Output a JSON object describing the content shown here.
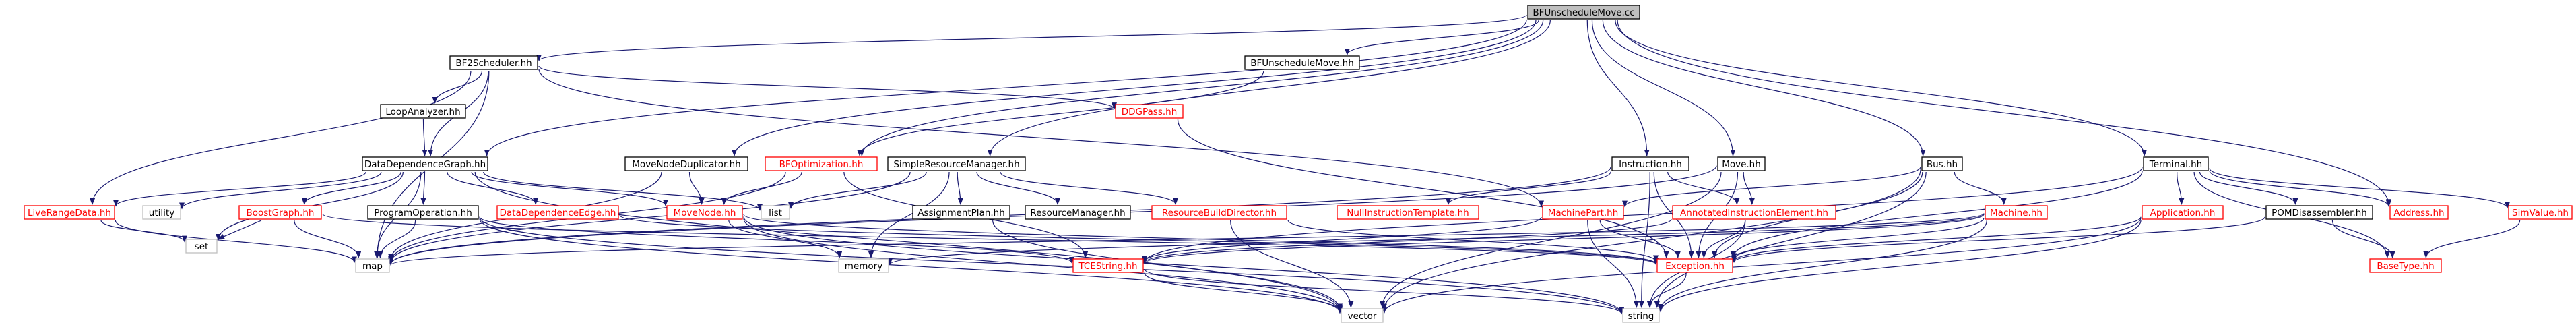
{
  "colors": {
    "edge": "#191970",
    "border_normal": "#000000",
    "border_incomplete": "#ff0000",
    "text_normal": "#000000",
    "text_incomplete": "#ff0000",
    "root_fill": "#bfbfbf",
    "node_fill": "#ffffff"
  },
  "nodes": [
    {
      "id": "root",
      "label": "BFUnscheduleMove.cc",
      "style": "root"
    },
    {
      "id": "bf2",
      "label": "BF2Scheduler.hh",
      "style": "normal"
    },
    {
      "id": "bfum",
      "label": "BFUnscheduleMove.hh",
      "style": "normal"
    },
    {
      "id": "loop",
      "label": "LoopAnalyzer.hh",
      "style": "normal"
    },
    {
      "id": "ddgpass",
      "label": "DDGPass.hh",
      "style": "incomplete"
    },
    {
      "id": "ddg",
      "label": "DataDependenceGraph.hh",
      "style": "normal"
    },
    {
      "id": "mndup",
      "label": "MoveNodeDuplicator.hh",
      "style": "normal"
    },
    {
      "id": "bfopt",
      "label": "BFOptimization.hh",
      "style": "incomplete"
    },
    {
      "id": "srm",
      "label": "SimpleResourceManager.hh",
      "style": "normal"
    },
    {
      "id": "instr",
      "label": "Instruction.hh",
      "style": "normal"
    },
    {
      "id": "move",
      "label": "Move.hh",
      "style": "normal"
    },
    {
      "id": "bus",
      "label": "Bus.hh",
      "style": "normal"
    },
    {
      "id": "terminal",
      "label": "Terminal.hh",
      "style": "normal"
    },
    {
      "id": "lrd",
      "label": "LiveRangeData.hh",
      "style": "incomplete"
    },
    {
      "id": "utility",
      "label": "utility",
      "style": "plain"
    },
    {
      "id": "boost",
      "label": "BoostGraph.hh",
      "style": "incomplete"
    },
    {
      "id": "progop",
      "label": "ProgramOperation.hh",
      "style": "normal"
    },
    {
      "id": "dde",
      "label": "DataDependenceEdge.hh",
      "style": "incomplete"
    },
    {
      "id": "movenode",
      "label": "MoveNode.hh",
      "style": "incomplete"
    },
    {
      "id": "list",
      "label": "list",
      "style": "plain"
    },
    {
      "id": "aplan",
      "label": "AssignmentPlan.hh",
      "style": "normal"
    },
    {
      "id": "rman",
      "label": "ResourceManager.hh",
      "style": "normal"
    },
    {
      "id": "rbd",
      "label": "ResourceBuildDirector.hh",
      "style": "incomplete"
    },
    {
      "id": "nit",
      "label": "NullInstructionTemplate.hh",
      "style": "incomplete"
    },
    {
      "id": "mpart",
      "label": "MachinePart.hh",
      "style": "incomplete"
    },
    {
      "id": "aie",
      "label": "AnnotatedInstructionElement.hh",
      "style": "incomplete"
    },
    {
      "id": "machine",
      "label": "Machine.hh",
      "style": "incomplete"
    },
    {
      "id": "app",
      "label": "Application.hh",
      "style": "incomplete"
    },
    {
      "id": "pomdis",
      "label": "POMDisassembler.hh",
      "style": "normal"
    },
    {
      "id": "addr",
      "label": "Address.hh",
      "style": "incomplete"
    },
    {
      "id": "simval",
      "label": "SimValue.hh",
      "style": "incomplete"
    },
    {
      "id": "set",
      "label": "set",
      "style": "plain"
    },
    {
      "id": "map",
      "label": "map",
      "style": "plain"
    },
    {
      "id": "memory",
      "label": "memory",
      "style": "plain"
    },
    {
      "id": "tcestring",
      "label": "TCEString.hh",
      "style": "incomplete"
    },
    {
      "id": "exc",
      "label": "Exception.hh",
      "style": "incomplete"
    },
    {
      "id": "basetype",
      "label": "BaseType.hh",
      "style": "incomplete"
    },
    {
      "id": "vector",
      "label": "vector",
      "style": "plain"
    },
    {
      "id": "string",
      "label": "string",
      "style": "plain"
    }
  ],
  "edges": [
    [
      "root",
      "bf2"
    ],
    [
      "root",
      "bfum"
    ],
    [
      "root",
      "ddg"
    ],
    [
      "root",
      "mndup"
    ],
    [
      "root",
      "bfopt"
    ],
    [
      "root",
      "srm"
    ],
    [
      "root",
      "instr"
    ],
    [
      "root",
      "move"
    ],
    [
      "root",
      "bus"
    ],
    [
      "root",
      "terminal"
    ],
    [
      "root",
      "addr"
    ],
    [
      "bf2",
      "loop"
    ],
    [
      "bf2",
      "ddg"
    ],
    [
      "bf2",
      "ddgpass"
    ],
    [
      "bf2",
      "lrd"
    ],
    [
      "bf2",
      "map"
    ],
    [
      "bf2",
      "mpart"
    ],
    [
      "loop",
      "ddg"
    ],
    [
      "bfum",
      "bfopt"
    ],
    [
      "ddgpass",
      "exc"
    ],
    [
      "ddg",
      "lrd"
    ],
    [
      "ddg",
      "utility"
    ],
    [
      "ddg",
      "boost"
    ],
    [
      "ddg",
      "progop"
    ],
    [
      "ddg",
      "dde"
    ],
    [
      "ddg",
      "movenode"
    ],
    [
      "ddg",
      "list"
    ],
    [
      "ddg",
      "map"
    ],
    [
      "ddg",
      "set"
    ],
    [
      "ddg",
      "vector"
    ],
    [
      "mndup",
      "movenode"
    ],
    [
      "mndup",
      "map"
    ],
    [
      "bfopt",
      "movenode"
    ],
    [
      "bfopt",
      "map"
    ],
    [
      "bfopt",
      "tcestring"
    ],
    [
      "srm",
      "aplan"
    ],
    [
      "srm",
      "rman"
    ],
    [
      "srm",
      "rbd"
    ],
    [
      "srm",
      "list"
    ],
    [
      "srm",
      "map"
    ],
    [
      "srm",
      "memory"
    ],
    [
      "instr",
      "nit"
    ],
    [
      "instr",
      "aie"
    ],
    [
      "instr",
      "exc"
    ],
    [
      "instr",
      "map"
    ],
    [
      "instr",
      "string"
    ],
    [
      "move",
      "aie"
    ],
    [
      "move",
      "exc"
    ],
    [
      "move",
      "map"
    ],
    [
      "move",
      "vector"
    ],
    [
      "bus",
      "mpart"
    ],
    [
      "bus",
      "machine"
    ],
    [
      "bus",
      "exc"
    ],
    [
      "bus",
      "string"
    ],
    [
      "bus",
      "vector"
    ],
    [
      "terminal",
      "app"
    ],
    [
      "terminal",
      "pomdis"
    ],
    [
      "terminal",
      "addr"
    ],
    [
      "terminal",
      "basetype"
    ],
    [
      "terminal",
      "exc"
    ],
    [
      "terminal",
      "simval"
    ],
    [
      "terminal",
      "tcestring"
    ],
    [
      "lrd",
      "set"
    ],
    [
      "lrd",
      "map"
    ],
    [
      "boost",
      "set"
    ],
    [
      "boost",
      "map"
    ],
    [
      "boost",
      "exc"
    ],
    [
      "progop",
      "map"
    ],
    [
      "progop",
      "tcestring"
    ],
    [
      "progop",
      "vector"
    ],
    [
      "progop",
      "string"
    ],
    [
      "dde",
      "exc"
    ],
    [
      "movenode",
      "memory"
    ],
    [
      "movenode",
      "exc"
    ],
    [
      "movenode",
      "vector"
    ],
    [
      "movenode",
      "string"
    ],
    [
      "aplan",
      "vector"
    ],
    [
      "rbd",
      "exc"
    ],
    [
      "rbd",
      "vector"
    ],
    [
      "mpart",
      "exc"
    ],
    [
      "mpart",
      "tcestring"
    ],
    [
      "mpart",
      "string"
    ],
    [
      "aie",
      "exc"
    ],
    [
      "aie",
      "tcestring"
    ],
    [
      "aie",
      "string"
    ],
    [
      "machine",
      "exc"
    ],
    [
      "machine",
      "tcestring"
    ],
    [
      "machine",
      "string"
    ],
    [
      "machine",
      "map"
    ],
    [
      "machine",
      "memory"
    ],
    [
      "app",
      "exc"
    ],
    [
      "app",
      "string"
    ],
    [
      "app",
      "vector"
    ],
    [
      "pomdis",
      "exc"
    ],
    [
      "pomdis",
      "basetype"
    ],
    [
      "simval",
      "basetype"
    ],
    [
      "tcestring",
      "vector"
    ],
    [
      "tcestring",
      "string"
    ],
    [
      "exc",
      "string"
    ]
  ]
}
